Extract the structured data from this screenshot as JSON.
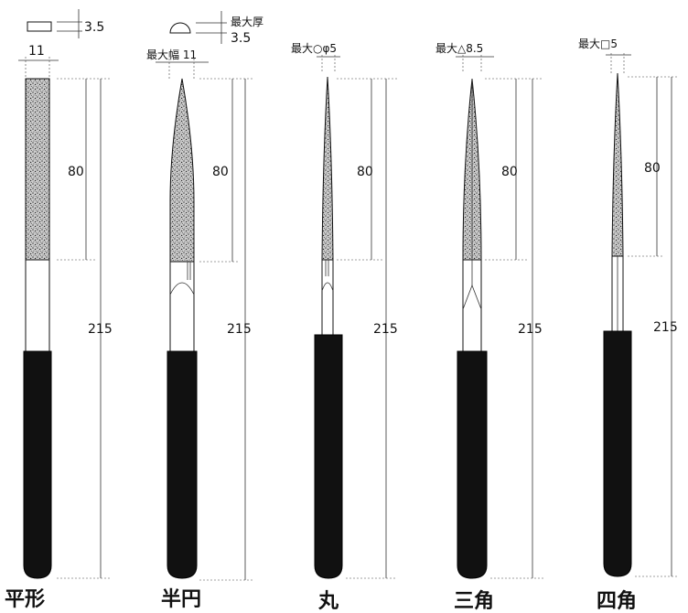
{
  "tools": [
    {
      "name": "平形",
      "total": "215",
      "coated": "80",
      "size_width": "11",
      "size_thickness": "3.5"
    },
    {
      "name": "半円",
      "total": "215",
      "coated": "80",
      "size_width_label": "最大幅 11",
      "size_thickness_label": "最大厚",
      "size_thickness": "3.5"
    },
    {
      "name": "丸",
      "total": "215",
      "coated": "80",
      "size_label": "最大○φ5"
    },
    {
      "name": "三角",
      "total": "215",
      "coated": "80",
      "size_label": "最大△8.5"
    },
    {
      "name": "四角",
      "total": "215",
      "coated": "80",
      "size_label": "最大□5"
    }
  ],
  "colors": {
    "handle": "#111111",
    "grit": "#666666",
    "line": "#222222"
  }
}
